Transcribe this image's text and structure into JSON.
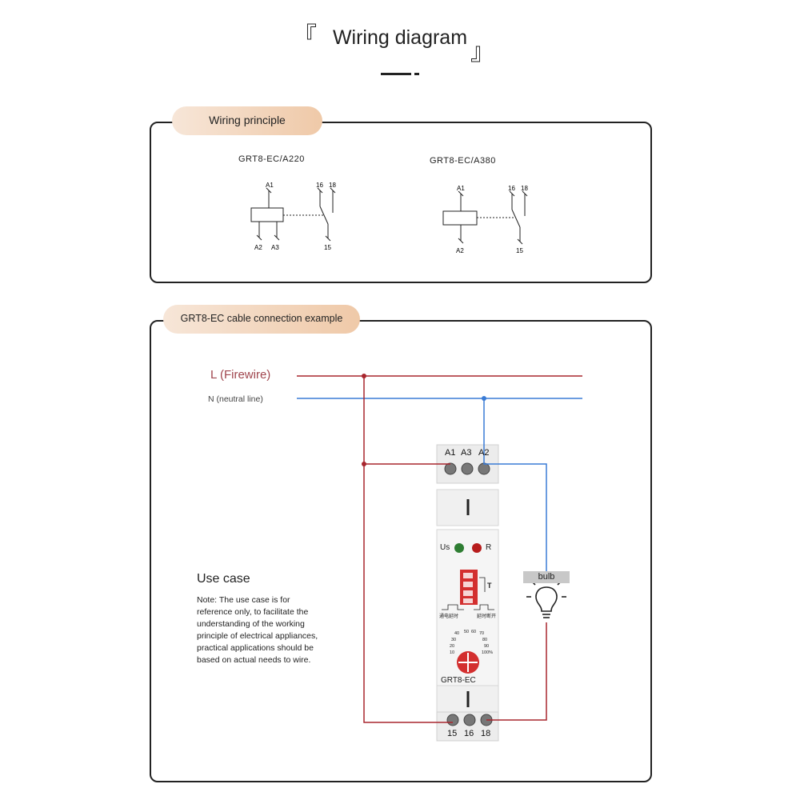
{
  "header": {
    "title": "Wiring diagram",
    "bracket_left": "『",
    "bracket_right": "』"
  },
  "wiring_principle": {
    "tag": "Wiring principle",
    "left": {
      "model": "GRT8-EC/A220",
      "labels": [
        "A1",
        "16",
        "18",
        "A2",
        "A3",
        "15"
      ]
    },
    "right": {
      "model": "GRT8-EC/A380",
      "labels": [
        "A1",
        "16",
        "18",
        "A2",
        "15"
      ]
    }
  },
  "cable_example": {
    "tag": "GRT8-EC cable connection example",
    "line_l": "L (Firewire)",
    "line_n": "N (neutral line)",
    "top_terminals": [
      "A1",
      "A3",
      "A2"
    ],
    "bottom_terminals": [
      "15",
      "16",
      "18"
    ],
    "led_us": "Us",
    "led_r": "R",
    "switch_label": "T",
    "mode_left": "通电延时",
    "mode_right": "延时断开",
    "dial_marks": [
      "40",
      "50",
      "60",
      "70",
      "30",
      "80",
      "20",
      "90",
      "10",
      "100%"
    ],
    "device_model": "GRT8-EC",
    "bulb_label": "bulb",
    "use_case_title": "Use case",
    "use_case_note": "Note: The use case is for reference only, to facilitate the understanding of the working principle of electrical appliances, practical applications should be based on actual needs to wire.",
    "colors": {
      "live": "#a8262e",
      "neutral": "#3a7bd5"
    }
  }
}
